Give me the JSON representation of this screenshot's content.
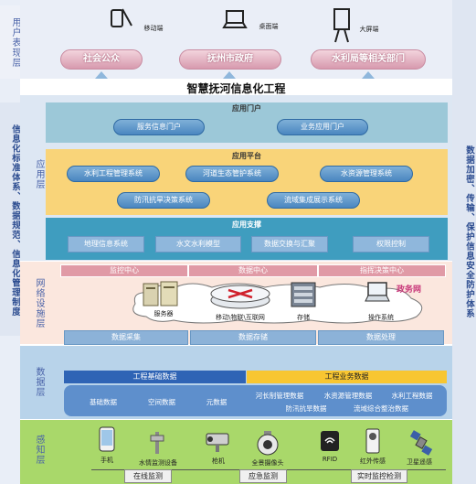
{
  "title": "智慧抚河信息化工程",
  "left_side": {
    "layers": {
      "user": "用户表现层",
      "app": "应用层",
      "network": "网络设施层",
      "data": "数据层",
      "sense": "感知层"
    },
    "standard_text": "信息化标准体系、数据规范、信息化管理制度"
  },
  "right_side": {
    "security_text": "数据加密、传输、保护信息安全防护体系"
  },
  "user_layer": {
    "devices": [
      {
        "label": "移动端",
        "icon": "mobile-pen-icon"
      },
      {
        "label": "桌面端",
        "icon": "laptop-icon"
      },
      {
        "label": "大屏端",
        "icon": "easel-screen-icon"
      }
    ],
    "audiences": [
      "社会公众",
      "抚州市政府",
      "水利局等相关部门"
    ]
  },
  "app_portal": {
    "title": "应用门户",
    "items": [
      "服务信息门户",
      "业务应用门户"
    ]
  },
  "app_platform": {
    "title": "应用平台",
    "items": [
      "水利工程管理系统",
      "河道生态管护系统",
      "水资源管理系统",
      "防汛抗旱决策系统",
      "流域集成展示系统"
    ]
  },
  "app_support": {
    "title": "应用支撑",
    "items": [
      "地理信息系统",
      "水文水利模型",
      "数据交换与汇聚",
      "权限控制"
    ]
  },
  "network_layer": {
    "centers": [
      "监控中心",
      "数据中心",
      "指挥决策中心"
    ],
    "gov_net": "政务网",
    "nodes": [
      "服务器",
      "移动\\物联\\互联网",
      "存储",
      "操作系统"
    ],
    "bottom": [
      "数据采集",
      "数据存储",
      "数据处理"
    ]
  },
  "data_layer": {
    "base_title": "工程基础数据",
    "biz_title": "工程业务数据",
    "base_items": [
      "基础数据",
      "空间数据",
      "元数据"
    ],
    "biz_items": [
      "河长制管理数据",
      "水资源管理数据",
      "水利工程数据",
      "防汛抗旱数据",
      "流域综合整治数据"
    ]
  },
  "sense_layer": {
    "devices": [
      {
        "label": "手机",
        "icon": "smartphone-icon"
      },
      {
        "label": "水情监测设备",
        "icon": "water-monitor-icon"
      },
      {
        "label": "枪机",
        "icon": "bullet-camera-icon"
      },
      {
        "label": "全景摄像头",
        "icon": "dome-camera-icon"
      },
      {
        "label": "RFID",
        "icon": "rfid-icon"
      },
      {
        "label": "红外传感",
        "icon": "infrared-sensor-icon"
      },
      {
        "label": "卫星遥感",
        "icon": "satellite-icon"
      }
    ],
    "groups": [
      "在线监测",
      "应急监测",
      "实时监控检测"
    ]
  }
}
